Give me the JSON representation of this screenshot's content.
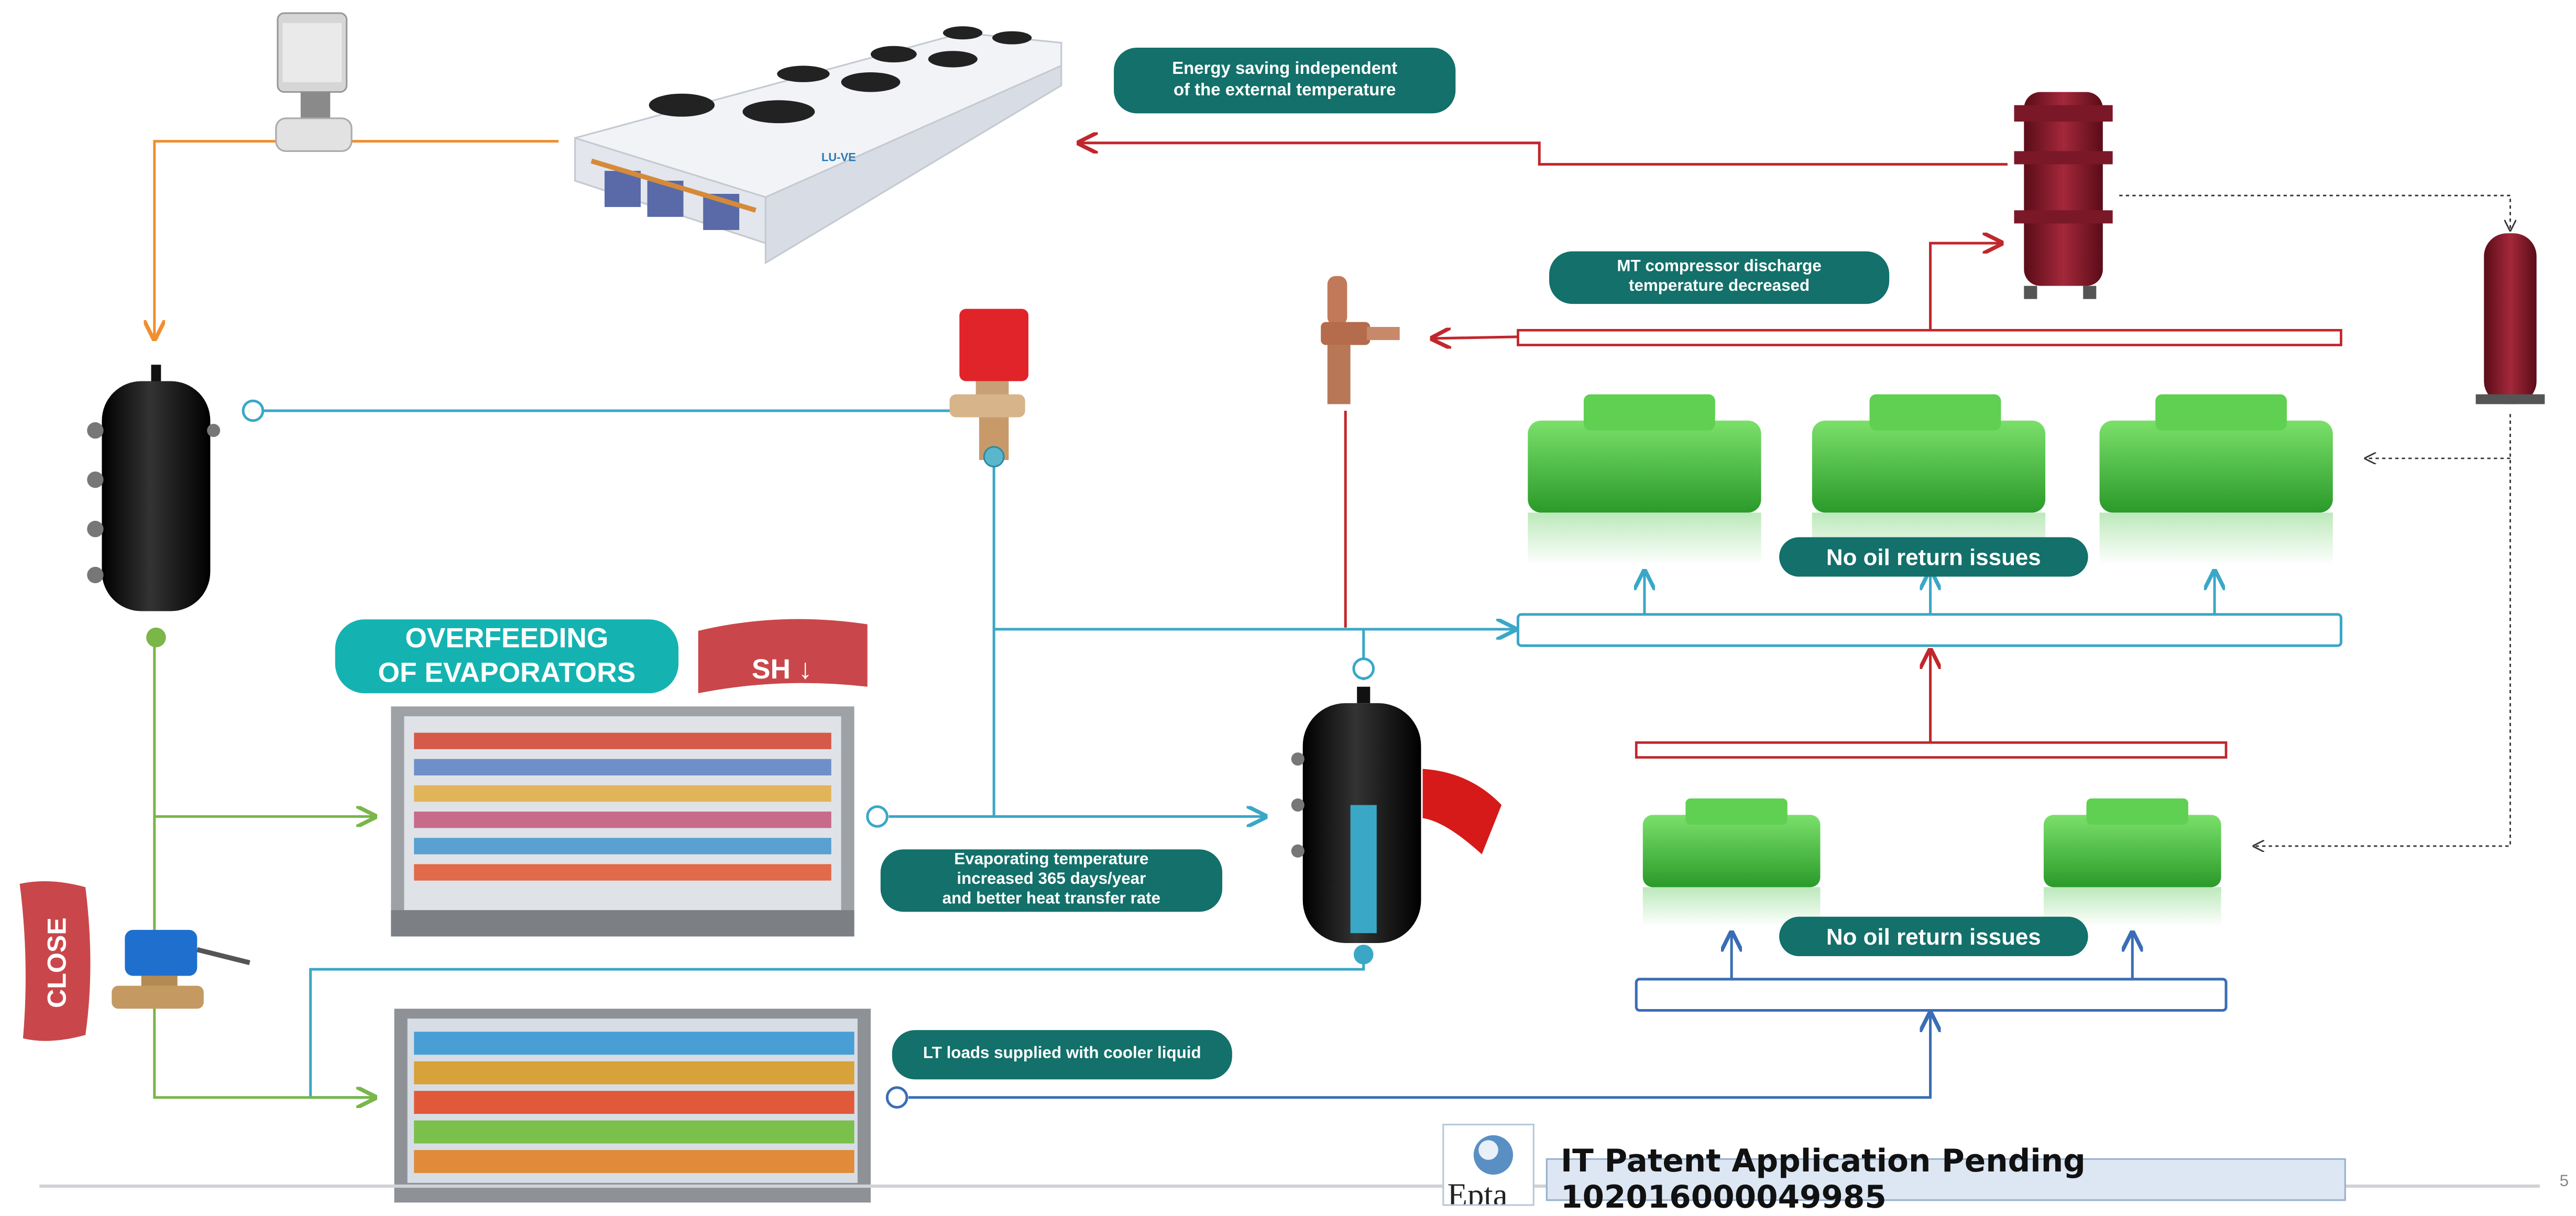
{
  "annotations": {
    "energy_saving": "Energy saving independent\nof the external temperature",
    "mt_discharge": "MT compressor discharge\ntemperature decreased",
    "overfeeding": "OVERFEEDING\nOF EVAPORATORS",
    "evaporating_temp": "Evaporating temperature\nincreased 365 days/year\nand better heat transfer rate",
    "lt_loads": "LT loads supplied with cooler liquid",
    "no_oil_mt": "No oil return issues",
    "no_oil_lt": "No oil return issues"
  },
  "flags": {
    "sh": "SH ↓",
    "close": "CLOSE"
  },
  "footer": {
    "patent": "IT Patent Application Pending 102016000049985",
    "logo_text": "Epta",
    "page_number": "5"
  },
  "colors": {
    "orange_line": "#ef8f2f",
    "blue_line": "#3aa7c7",
    "red_line": "#c0272d",
    "green_line": "#7ab648",
    "dark_blue_line": "#3a6db5",
    "pill_dark": "#13706a",
    "pill_teal": "#14b3b1",
    "flag_red": "#c9474a",
    "compressor_green": "#3fbf3a",
    "receiver_black": "#0d0d0d",
    "separator_maroon": "#8a1a2a"
  },
  "icons": {
    "condenser": "condenser-unit-icon",
    "valve": "motorized-valve-icon",
    "receiver": "liquid-receiver-icon",
    "solenoid": "solenoid-valve-icon",
    "expansion": "expansion-valve-icon",
    "separator": "oil-separator-icon",
    "compressor": "compressor-icon",
    "showcase": "display-case-icon",
    "freezer": "freezer-case-icon"
  }
}
